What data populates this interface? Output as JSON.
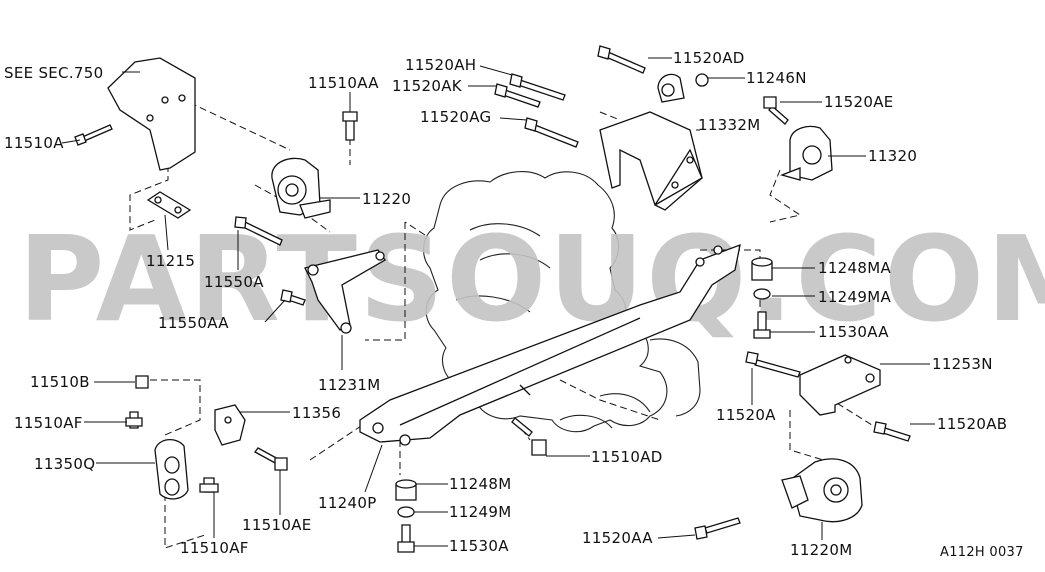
{
  "watermark": "PARTSOUQ.COM",
  "reference": "SEE SEC.750",
  "footer_code": "A112H 0037",
  "labels": {
    "p11510A": "11510A",
    "p11215": "11215",
    "p11510AA": "11510AA",
    "p11220": "11220",
    "p11550A": "11550A",
    "p11550AA": "11550AA",
    "p11231M": "11231M",
    "p11520AH": "11520AH",
    "p11520AK": "11520AK",
    "p11520AG": "11520AG",
    "p11520AD": "11520AD",
    "p11246N": "11246N",
    "p11520AE": "11520AE",
    "p11332M": "11332M",
    "p11320": "11320",
    "p11248MA": "11248MA",
    "p11249MA": "11249MA",
    "p11530AA": "11530AA",
    "p11253N": "11253N",
    "p11520A": "11520A",
    "p11520AB": "11520AB",
    "p11510B": "11510B",
    "p11510AF_top": "11510AF",
    "p11356": "11356",
    "p11350Q": "11350Q",
    "p11510AF_bottom": "11510AF",
    "p11510AE": "11510AE",
    "p11240P": "11240P",
    "p11510AD": "11510AD",
    "p11248M": "11248M",
    "p11249M": "11249M",
    "p11530A": "11530A",
    "p11520AA": "11520AA",
    "p11220M": "11220M"
  }
}
